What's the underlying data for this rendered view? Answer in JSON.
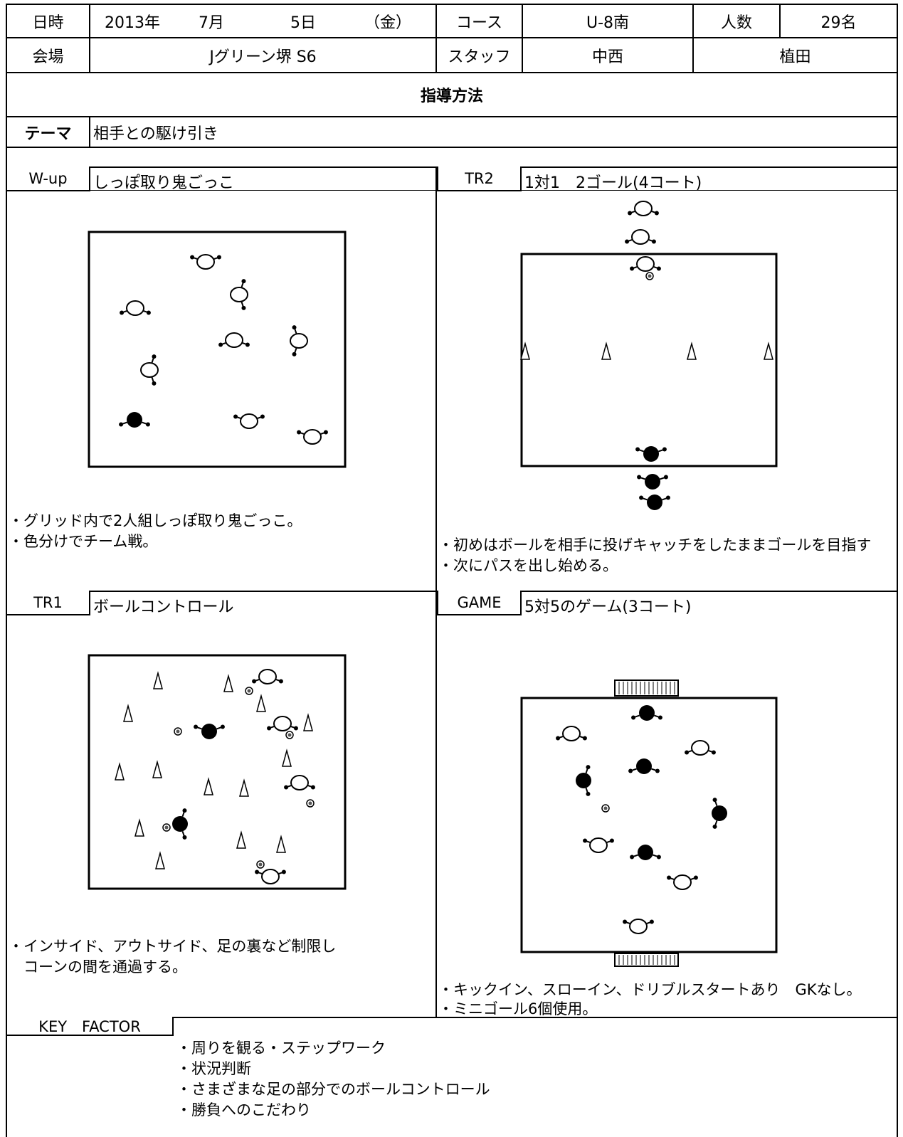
{
  "header": {
    "date_label": "日時",
    "year": "2013年",
    "month": "7月",
    "day": "5日",
    "weekday": "（金）",
    "course_label": "コース",
    "course_value": "U-8南",
    "count_label": "人数",
    "count_value": "29名",
    "venue_label": "会場",
    "venue_value": "Jグリーン堺 S6",
    "staff_label": "スタッフ",
    "staff_1": "中西",
    "staff_2": "植田"
  },
  "method_title": "指導方法",
  "theme": {
    "label": "テーマ",
    "value": "相手との駆け引き"
  },
  "sections": {
    "wup": {
      "tag": "W-up",
      "title": "しっぽ取り鬼ごっこ",
      "notes": [
        "・グリッド内で2人組しっぽ取り鬼ごっこ。",
        "・色分けでチーム戦。"
      ]
    },
    "tr2": {
      "tag": "TR2",
      "title": "1対1　2ゴール(4コート)",
      "notes": [
        "・初めはボールを相手に投げキャッチをしたままゴールを目指す",
        "・次にパスを出し始める。"
      ]
    },
    "tr1": {
      "tag": "TR1",
      "title": "ボールコントロール",
      "notes": [
        "・インサイド、アウトサイド、足の裏など制限し",
        "　コーンの間を通過する。"
      ]
    },
    "game": {
      "tag": "GAME",
      "title": "5対5のゲーム(3コート)",
      "notes": [
        "・キックイン、スローイン、ドリブルスタートあり　GKなし。",
        "・ミニゴール6個使用。"
      ]
    }
  },
  "key_factor": {
    "label": "KEY　FACTOR",
    "items": [
      "・周りを観る・ステップワーク",
      "・状況判断",
      "・さまざまな足の部分でのボールコントロール",
      "・勝負へのこだわり"
    ]
  }
}
